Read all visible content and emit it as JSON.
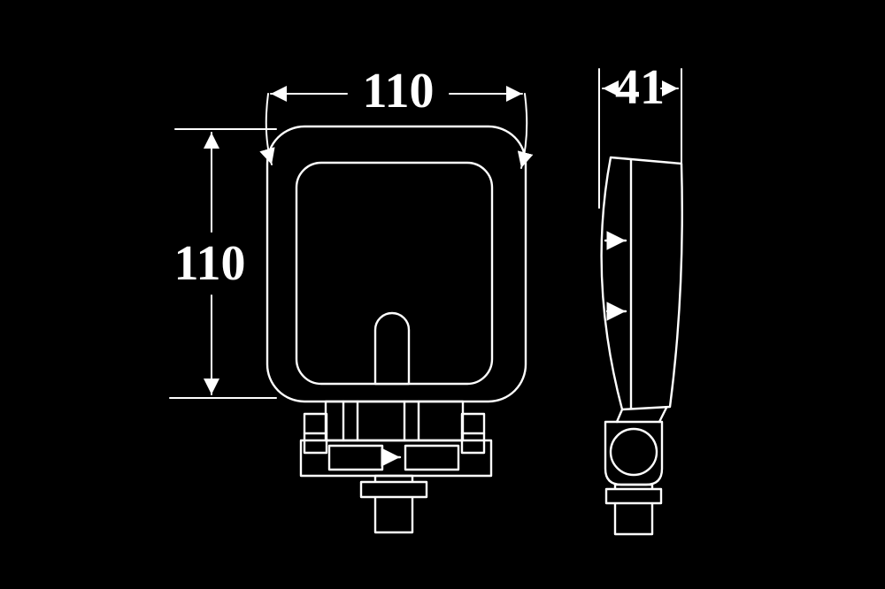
{
  "drawing": {
    "background_color": "#000000",
    "line_color": "#ffffff",
    "dimensions": {
      "width_label": "110",
      "height_label": "110",
      "depth_label": "41"
    }
  }
}
